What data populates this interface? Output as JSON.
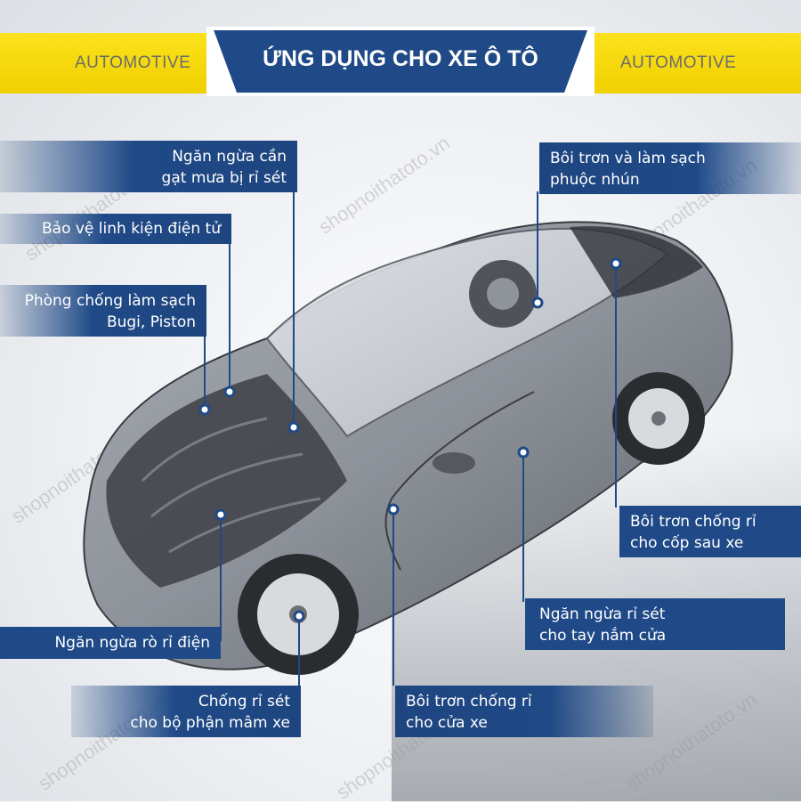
{
  "header": {
    "left_text": "AUTOMOTIVE",
    "title": "ỨNG DỤNG CHO XE Ô TÔ",
    "right_text": "AUTOMOTIVE"
  },
  "labels": {
    "wiper": [
      "Ngăn ngừa cần",
      "gạt mưa bị rỉ sét"
    ],
    "electronics": [
      "Bảo vệ linh kiện điện tử"
    ],
    "spark": [
      "Phòng chống làm sạch",
      "Bugi, Piston"
    ],
    "leak": [
      "Ngăn ngừa rò rỉ điện"
    ],
    "wheel": [
      "Chống rỉ sét",
      "cho bộ phận mâm xe"
    ],
    "door": [
      "Bôi trơn chống rỉ",
      "cho cửa xe"
    ],
    "shock": [
      "Bôi trơn và làm sạch",
      "phuộc nhún"
    ],
    "trunk": [
      "Bôi trơn chống rỉ",
      "cho cốp sau xe"
    ],
    "handle": [
      "Ngăn ngừa rỉ sét",
      "cho tay nắm cửa"
    ]
  },
  "watermark": "shopnoithatoto.vn",
  "colors": {
    "navy": "#1f4a87",
    "yellow": "#f5d90a",
    "white": "#ffffff"
  }
}
